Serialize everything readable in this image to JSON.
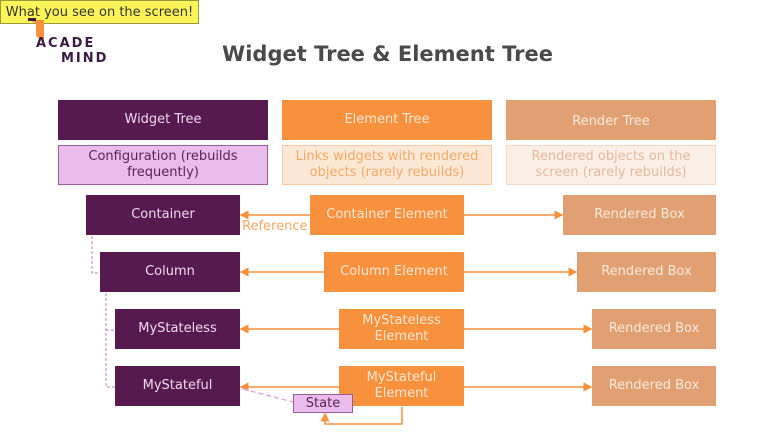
{
  "logo": {
    "line1": "ACADE",
    "line2": "MIND"
  },
  "title": "Widget Tree & Element Tree",
  "callout": "What you see on the screen!",
  "columns": [
    {
      "header": "Widget Tree",
      "description": "Configuration (rebuilds frequently)"
    },
    {
      "header": "Element Tree",
      "description": "Links widgets with rendered objects (rarely rebuilds)"
    },
    {
      "header": "Render Tree",
      "description": "Rendered objects on the screen (rarely rebuilds)"
    }
  ],
  "rows": [
    {
      "widget": "Container",
      "element": "Container Element",
      "render": "Rendered Box"
    },
    {
      "widget": "Column",
      "element": "Column Element",
      "render": "Rendered Box"
    },
    {
      "widget": "MyStateless",
      "element": "MyStateless Element",
      "render": "Rendered Box"
    },
    {
      "widget": "MyStateful",
      "element": "MyStateful Element",
      "render": "Rendered Box"
    }
  ],
  "labels": {
    "reference": "Reference",
    "state": "State"
  },
  "colors": {
    "widget": "#561a4f",
    "element": "#f7913d",
    "render": "#e0a072",
    "arrow": "#f7913d",
    "connector": "#c77dc4"
  }
}
